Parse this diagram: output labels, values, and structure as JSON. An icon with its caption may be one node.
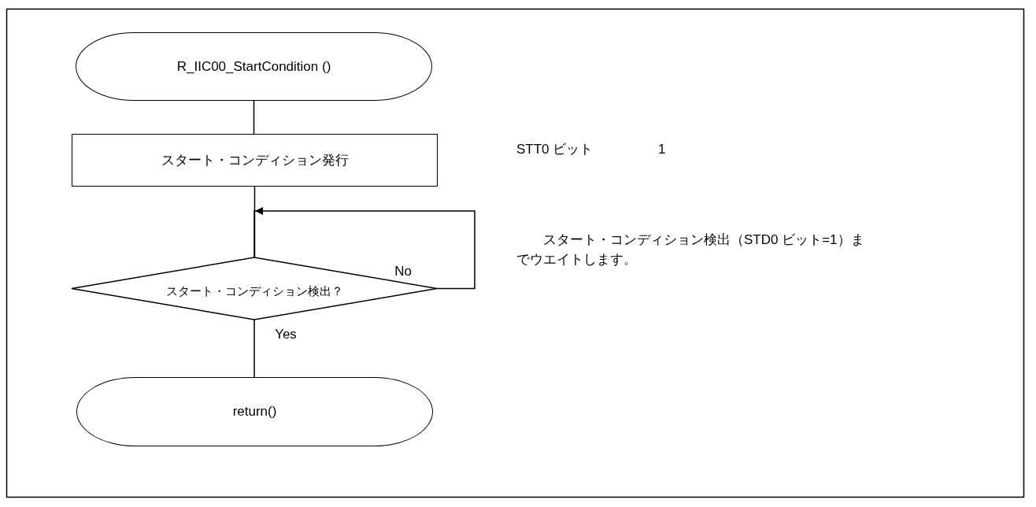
{
  "diagram": {
    "nodes": [
      {
        "text": [
          "R_IIC00_StartCondition ()"
        ]
      },
      {
        "text": [
          "スタート・コンディション発行"
        ]
      },
      {
        "text": [
          "スタート・コンディション検出？"
        ]
      },
      {
        "text": [
          "return()"
        ]
      }
    ],
    "edges": [
      {
        "from": 0,
        "to": 1,
        "arrow": "none"
      },
      {
        "from": 1,
        "to": 2,
        "arrow": "none"
      },
      {
        "from": 2,
        "to": 2,
        "arrow": "to",
        "label": "No"
      },
      {
        "from": 2,
        "to": 3,
        "arrow": "none",
        "label": "Yes"
      }
    ],
    "labels": [
      "STT0 ビット",
      "1",
      "スタート・コンディション検出（STD0 ビット=1）までウエイトします。"
    ]
  }
}
